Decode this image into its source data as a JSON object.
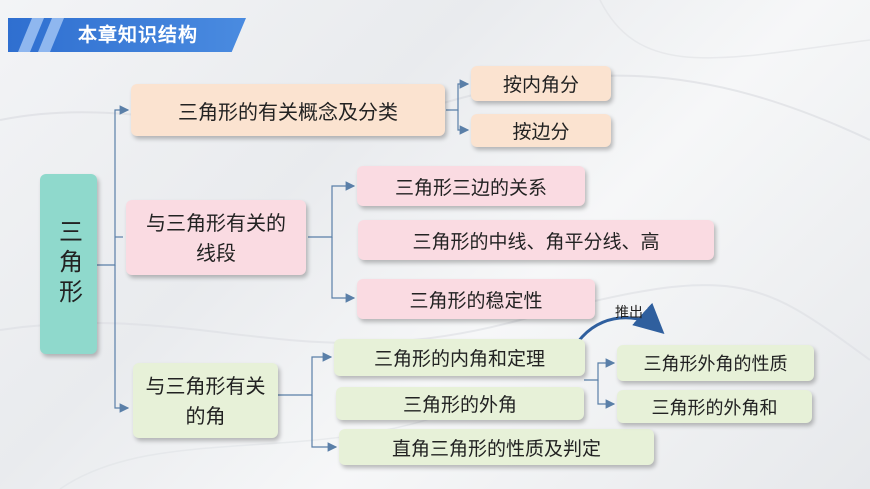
{
  "header": {
    "title": "本章知识结构"
  },
  "root": {
    "label": "三角形"
  },
  "branches": [
    {
      "label": "三角形的有关概念及分类",
      "children": [
        "按内角分",
        "按边分"
      ]
    },
    {
      "label": "与三角形有关的线段",
      "children": [
        "三角形三边的关系",
        "三角形的中线、角平分线、高",
        "三角形的稳定性"
      ]
    },
    {
      "label": "与三角形有关的角",
      "children": [
        "三角形的内角和定理",
        "三角形的外角",
        "直角三角形的性质及判定"
      ],
      "derived": [
        "三角形外角的性质",
        "三角形的外角和"
      ],
      "arrow_label": "推出"
    }
  ],
  "colors": {
    "banner": "#2f6fd0",
    "root": "#8fd9cc",
    "branch1": "#fbe3d0",
    "branch2": "#fadbe2",
    "branch3": "#e7f1d8",
    "line": "#5a7fa8"
  }
}
